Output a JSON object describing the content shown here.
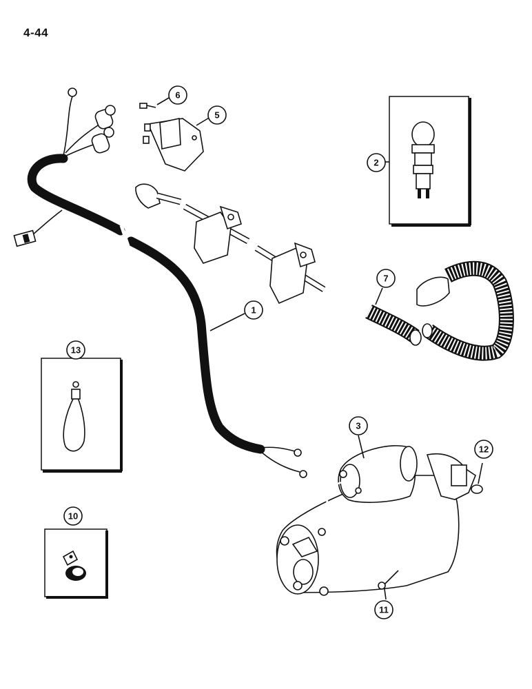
{
  "page_number": "4-44",
  "callouts": [
    {
      "id": "callout-1",
      "label": "1"
    },
    {
      "id": "callout-2",
      "label": "2"
    },
    {
      "id": "callout-3",
      "label": "3"
    },
    {
      "id": "callout-5",
      "label": "5"
    },
    {
      "id": "callout-6",
      "label": "6"
    },
    {
      "id": "callout-7",
      "label": "7"
    },
    {
      "id": "callout-10",
      "label": "10"
    },
    {
      "id": "callout-11",
      "label": "11"
    },
    {
      "id": "callout-12",
      "label": "12"
    },
    {
      "id": "callout-13",
      "label": "13"
    }
  ],
  "colors": {
    "ink": "#111111",
    "paper": "#ffffff"
  }
}
